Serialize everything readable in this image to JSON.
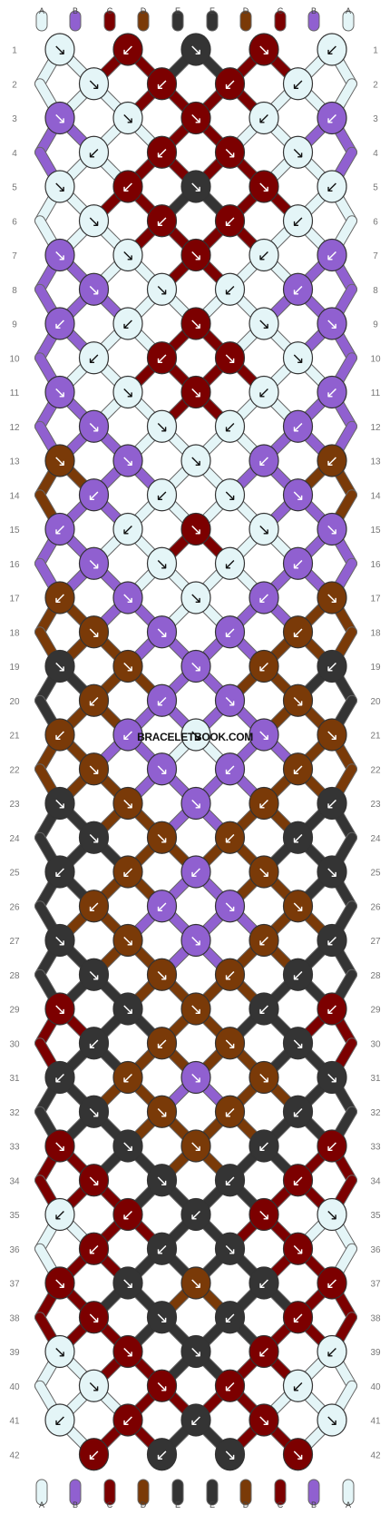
{
  "colors": {
    "A": "#e4f5f7",
    "B": "#9060d0",
    "C": "#7c0000",
    "D": "#7a3a08",
    "E": "#343434"
  },
  "arrow_colors": {
    "light": "#ffffff",
    "dark": "#111111"
  },
  "strands_top": [
    "A",
    "B",
    "C",
    "D",
    "E",
    "E",
    "D",
    "C",
    "B",
    "A"
  ],
  "strands_bottom": [
    "A",
    "B",
    "C",
    "D",
    "E",
    "E",
    "D",
    "C",
    "B",
    "A"
  ],
  "row_numbers": [
    1,
    2,
    3,
    4,
    5,
    6,
    7,
    8,
    9,
    10,
    11,
    12,
    13,
    14,
    15,
    16,
    17,
    18,
    19,
    20,
    21,
    22,
    23,
    24,
    25,
    26,
    27,
    28,
    29,
    30,
    31,
    32,
    33,
    34,
    35,
    36,
    37,
    38,
    39,
    40,
    41,
    42
  ],
  "rows": [
    {
      "knots": [
        {
          "c": "A",
          "d": "↘"
        },
        {
          "c": "C",
          "d": "↙"
        },
        {
          "c": "E",
          "d": "↘"
        },
        {
          "c": "C",
          "d": "↘"
        },
        {
          "c": "A",
          "d": "↙"
        }
      ]
    },
    {
      "knots": [
        {
          "c": "A",
          "d": "↘"
        },
        {
          "c": "C",
          "d": "↙"
        },
        {
          "c": "C",
          "d": "↙"
        },
        {
          "c": "A",
          "d": "↙"
        }
      ]
    },
    {
      "knots": [
        {
          "c": "B",
          "d": "↘"
        },
        {
          "c": "A",
          "d": "↘"
        },
        {
          "c": "C",
          "d": "↘"
        },
        {
          "c": "A",
          "d": "↙"
        },
        {
          "c": "B",
          "d": "↙"
        }
      ]
    },
    {
      "knots": [
        {
          "c": "A",
          "d": "↙"
        },
        {
          "c": "C",
          "d": "↙"
        },
        {
          "c": "C",
          "d": "↘"
        },
        {
          "c": "A",
          "d": "↘"
        }
      ]
    },
    {
      "knots": [
        {
          "c": "A",
          "d": "↘"
        },
        {
          "c": "C",
          "d": "↙"
        },
        {
          "c": "E",
          "d": "↘"
        },
        {
          "c": "C",
          "d": "↘"
        },
        {
          "c": "A",
          "d": "↙"
        }
      ]
    },
    {
      "knots": [
        {
          "c": "A",
          "d": "↘"
        },
        {
          "c": "C",
          "d": "↙"
        },
        {
          "c": "C",
          "d": "↙"
        },
        {
          "c": "A",
          "d": "↙"
        }
      ]
    },
    {
      "knots": [
        {
          "c": "B",
          "d": "↘"
        },
        {
          "c": "A",
          "d": "↘"
        },
        {
          "c": "C",
          "d": "↘"
        },
        {
          "c": "A",
          "d": "↙"
        },
        {
          "c": "B",
          "d": "↙"
        }
      ]
    },
    {
      "knots": [
        {
          "c": "B",
          "d": "↘"
        },
        {
          "c": "A",
          "d": "↘"
        },
        {
          "c": "A",
          "d": "↙"
        },
        {
          "c": "B",
          "d": "↙"
        }
      ]
    },
    {
      "knots": [
        {
          "c": "B",
          "d": "↙"
        },
        {
          "c": "A",
          "d": "↙"
        },
        {
          "c": "C",
          "d": "↘"
        },
        {
          "c": "A",
          "d": "↘"
        },
        {
          "c": "B",
          "d": "↘"
        }
      ]
    },
    {
      "knots": [
        {
          "c": "A",
          "d": "↙"
        },
        {
          "c": "C",
          "d": "↙"
        },
        {
          "c": "C",
          "d": "↘"
        },
        {
          "c": "A",
          "d": "↘"
        }
      ]
    },
    {
      "knots": [
        {
          "c": "B",
          "d": "↘"
        },
        {
          "c": "A",
          "d": "↘"
        },
        {
          "c": "C",
          "d": "↘"
        },
        {
          "c": "A",
          "d": "↙"
        },
        {
          "c": "B",
          "d": "↙"
        }
      ]
    },
    {
      "knots": [
        {
          "c": "B",
          "d": "↘"
        },
        {
          "c": "A",
          "d": "↘"
        },
        {
          "c": "A",
          "d": "↙"
        },
        {
          "c": "B",
          "d": "↙"
        }
      ]
    },
    {
      "knots": [
        {
          "c": "D",
          "d": "↘"
        },
        {
          "c": "B",
          "d": "↘"
        },
        {
          "c": "A",
          "d": "↘"
        },
        {
          "c": "B",
          "d": "↙"
        },
        {
          "c": "D",
          "d": "↙"
        }
      ]
    },
    {
      "knots": [
        {
          "c": "B",
          "d": "↙"
        },
        {
          "c": "A",
          "d": "↙"
        },
        {
          "c": "A",
          "d": "↘"
        },
        {
          "c": "B",
          "d": "↘"
        }
      ]
    },
    {
      "knots": [
        {
          "c": "B",
          "d": "↙"
        },
        {
          "c": "A",
          "d": "↙"
        },
        {
          "c": "C",
          "d": "↘"
        },
        {
          "c": "A",
          "d": "↘"
        },
        {
          "c": "B",
          "d": "↘"
        }
      ]
    },
    {
      "knots": [
        {
          "c": "B",
          "d": "↘"
        },
        {
          "c": "A",
          "d": "↘"
        },
        {
          "c": "A",
          "d": "↙"
        },
        {
          "c": "B",
          "d": "↙"
        }
      ]
    },
    {
      "knots": [
        {
          "c": "D",
          "d": "↙"
        },
        {
          "c": "B",
          "d": "↘"
        },
        {
          "c": "A",
          "d": "↘"
        },
        {
          "c": "B",
          "d": "↙"
        },
        {
          "c": "D",
          "d": "↘"
        }
      ]
    },
    {
      "knots": [
        {
          "c": "D",
          "d": "↘"
        },
        {
          "c": "B",
          "d": "↘"
        },
        {
          "c": "B",
          "d": "↙"
        },
        {
          "c": "D",
          "d": "↙"
        }
      ]
    },
    {
      "knots": [
        {
          "c": "E",
          "d": "↘"
        },
        {
          "c": "D",
          "d": "↘"
        },
        {
          "c": "B",
          "d": "↘"
        },
        {
          "c": "D",
          "d": "↙"
        },
        {
          "c": "E",
          "d": "↙"
        }
      ]
    },
    {
      "knots": [
        {
          "c": "D",
          "d": "↙"
        },
        {
          "c": "B",
          "d": "↙"
        },
        {
          "c": "B",
          "d": "↘"
        },
        {
          "c": "D",
          "d": "↘"
        }
      ]
    },
    {
      "knots": [
        {
          "c": "D",
          "d": "↙"
        },
        {
          "c": "B",
          "d": "↙"
        },
        {
          "c": "A",
          "d": "↘"
        },
        {
          "c": "B",
          "d": "↘"
        },
        {
          "c": "D",
          "d": "↘"
        }
      ]
    },
    {
      "knots": [
        {
          "c": "D",
          "d": "↘"
        },
        {
          "c": "B",
          "d": "↘"
        },
        {
          "c": "B",
          "d": "↙"
        },
        {
          "c": "D",
          "d": "↙"
        }
      ]
    },
    {
      "knots": [
        {
          "c": "E",
          "d": "↘"
        },
        {
          "c": "D",
          "d": "↘"
        },
        {
          "c": "B",
          "d": "↘"
        },
        {
          "c": "D",
          "d": "↙"
        },
        {
          "c": "E",
          "d": "↙"
        }
      ]
    },
    {
      "knots": [
        {
          "c": "E",
          "d": "↘"
        },
        {
          "c": "D",
          "d": "↘"
        },
        {
          "c": "D",
          "d": "↙"
        },
        {
          "c": "E",
          "d": "↙"
        }
      ]
    },
    {
      "knots": [
        {
          "c": "E",
          "d": "↙"
        },
        {
          "c": "D",
          "d": "↙"
        },
        {
          "c": "B",
          "d": "↙"
        },
        {
          "c": "D",
          "d": "↘"
        },
        {
          "c": "E",
          "d": "↘"
        }
      ]
    },
    {
      "knots": [
        {
          "c": "D",
          "d": "↙"
        },
        {
          "c": "B",
          "d": "↙"
        },
        {
          "c": "B",
          "d": "↘"
        },
        {
          "c": "D",
          "d": "↘"
        }
      ]
    },
    {
      "knots": [
        {
          "c": "E",
          "d": "↘"
        },
        {
          "c": "D",
          "d": "↘"
        },
        {
          "c": "B",
          "d": "↘"
        },
        {
          "c": "D",
          "d": "↙"
        },
        {
          "c": "E",
          "d": "↙"
        }
      ]
    },
    {
      "knots": [
        {
          "c": "E",
          "d": "↘"
        },
        {
          "c": "D",
          "d": "↘"
        },
        {
          "c": "D",
          "d": "↙"
        },
        {
          "c": "E",
          "d": "↙"
        }
      ]
    },
    {
      "knots": [
        {
          "c": "C",
          "d": "↘"
        },
        {
          "c": "E",
          "d": "↘"
        },
        {
          "c": "D",
          "d": "↘"
        },
        {
          "c": "E",
          "d": "↙"
        },
        {
          "c": "C",
          "d": "↙"
        }
      ]
    },
    {
      "knots": [
        {
          "c": "E",
          "d": "↙"
        },
        {
          "c": "D",
          "d": "↙"
        },
        {
          "c": "D",
          "d": "↘"
        },
        {
          "c": "E",
          "d": "↘"
        }
      ]
    },
    {
      "knots": [
        {
          "c": "E",
          "d": "↙"
        },
        {
          "c": "D",
          "d": "↙"
        },
        {
          "c": "B",
          "d": "↘"
        },
        {
          "c": "D",
          "d": "↘"
        },
        {
          "c": "E",
          "d": "↘"
        }
      ]
    },
    {
      "knots": [
        {
          "c": "E",
          "d": "↘"
        },
        {
          "c": "D",
          "d": "↘"
        },
        {
          "c": "D",
          "d": "↙"
        },
        {
          "c": "E",
          "d": "↙"
        }
      ]
    },
    {
      "knots": [
        {
          "c": "C",
          "d": "↘"
        },
        {
          "c": "E",
          "d": "↘"
        },
        {
          "c": "D",
          "d": "↘"
        },
        {
          "c": "E",
          "d": "↙"
        },
        {
          "c": "C",
          "d": "↙"
        }
      ]
    },
    {
      "knots": [
        {
          "c": "C",
          "d": "↘"
        },
        {
          "c": "E",
          "d": "↘"
        },
        {
          "c": "E",
          "d": "↙"
        },
        {
          "c": "C",
          "d": "↙"
        }
      ]
    },
    {
      "knots": [
        {
          "c": "A",
          "d": "↙"
        },
        {
          "c": "C",
          "d": "↙"
        },
        {
          "c": "E",
          "d": "↙"
        },
        {
          "c": "C",
          "d": "↘"
        },
        {
          "c": "A",
          "d": "↘"
        }
      ]
    },
    {
      "knots": [
        {
          "c": "C",
          "d": "↙"
        },
        {
          "c": "E",
          "d": "↙"
        },
        {
          "c": "E",
          "d": "↘"
        },
        {
          "c": "C",
          "d": "↘"
        }
      ]
    },
    {
      "knots": [
        {
          "c": "C",
          "d": "↘"
        },
        {
          "c": "E",
          "d": "↘"
        },
        {
          "c": "D",
          "d": "↘"
        },
        {
          "c": "E",
          "d": "↙"
        },
        {
          "c": "C",
          "d": "↙"
        }
      ]
    },
    {
      "knots": [
        {
          "c": "C",
          "d": "↘"
        },
        {
          "c": "E",
          "d": "↘"
        },
        {
          "c": "E",
          "d": "↙"
        },
        {
          "c": "C",
          "d": "↙"
        }
      ]
    },
    {
      "knots": [
        {
          "c": "A",
          "d": "↘"
        },
        {
          "c": "C",
          "d": "↘"
        },
        {
          "c": "E",
          "d": "↘"
        },
        {
          "c": "C",
          "d": "↙"
        },
        {
          "c": "A",
          "d": "↙"
        }
      ]
    },
    {
      "knots": [
        {
          "c": "A",
          "d": "↘"
        },
        {
          "c": "C",
          "d": "↘"
        },
        {
          "c": "C",
          "d": "↙"
        },
        {
          "c": "A",
          "d": "↙"
        }
      ]
    },
    {
      "knots": [
        {
          "c": "A",
          "d": "↙"
        },
        {
          "c": "C",
          "d": "↙"
        },
        {
          "c": "E",
          "d": "↙"
        },
        {
          "c": "C",
          "d": "↘"
        },
        {
          "c": "A",
          "d": "↘"
        }
      ]
    },
    {
      "knots": [
        {
          "c": "C",
          "d": "↙"
        },
        {
          "c": "E",
          "d": "↙"
        },
        {
          "c": "E",
          "d": "↘"
        },
        {
          "c": "C",
          "d": "↘"
        }
      ]
    }
  ],
  "watermark": "BRACELETBOOK.COM"
}
